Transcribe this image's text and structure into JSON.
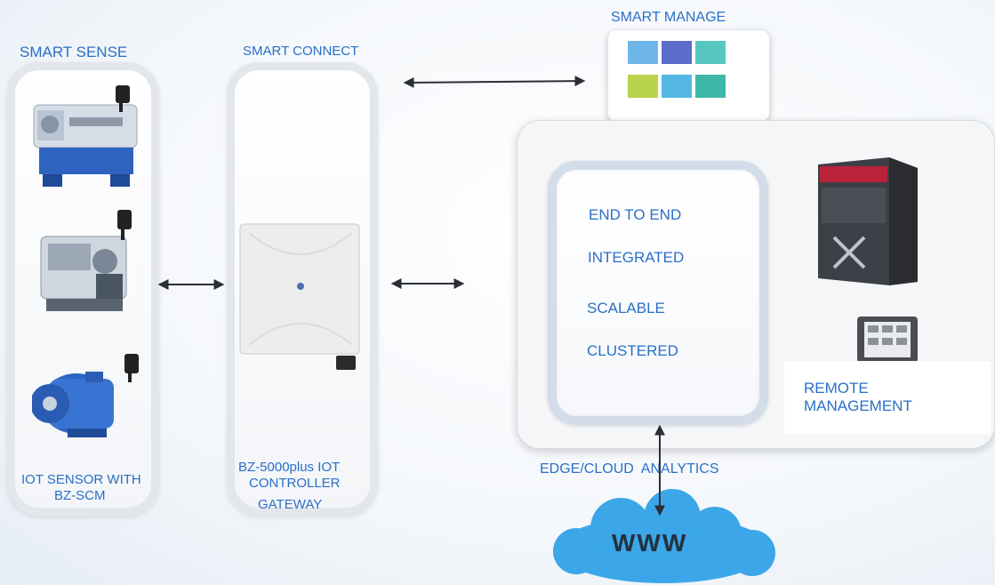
{
  "labels": {
    "smart_sense": "SMART SENSE",
    "smart_connect": "SMART CONNECT",
    "smart_manage": "SMART MANAGE",
    "iot_sensor_line1": "IOT SENSOR WITH",
    "iot_sensor_line2": "BZ-SCM",
    "gateway_line1": "BZ-5000plus IOT",
    "gateway_line2": "CONTROLLER",
    "gateway_line3": "GATEWAY",
    "edge_cloud": "EDGE/CLOUD  ANALYTICS",
    "remote_line1": "REMOTE",
    "remote_line2": "MANAGEMENT",
    "www": "WWW"
  },
  "features": [
    "END TO END",
    "INTEGRATED",
    "SCALABLE",
    "CLUSTERED"
  ],
  "icons": [
    "lathe-machine-icon",
    "machine-tool-icon",
    "electric-motor-icon",
    "gateway-device-icon",
    "tablet-dashboard-icon",
    "server-rack-icon",
    "remote-tablet-icon",
    "cloud-icon"
  ],
  "colors": {
    "label_blue": "#2a6fc7",
    "cloud_blue": "#3ba7e8",
    "panel_border": "#e3e6ea"
  }
}
